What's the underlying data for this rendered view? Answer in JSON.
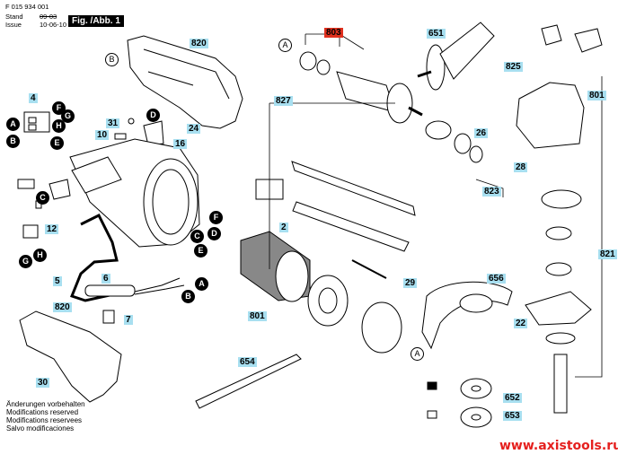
{
  "header": {
    "doc_number": "F 015 934 001",
    "stand_label": "Stand",
    "stand_value": "09-03",
    "issue_label": "Issue",
    "issue_value": "10-06-10",
    "figure_label": "Fig. /Abb. 1"
  },
  "part_labels": [
    {
      "id": "820",
      "highlight": false
    },
    {
      "id": "803",
      "highlight": true
    },
    {
      "id": "651",
      "highlight": false
    },
    {
      "id": "825",
      "highlight": false
    },
    {
      "id": "801",
      "highlight": false
    },
    {
      "id": "4",
      "highlight": false
    },
    {
      "id": "31",
      "highlight": false
    },
    {
      "id": "24",
      "highlight": false
    },
    {
      "id": "10",
      "highlight": false
    },
    {
      "id": "16",
      "highlight": false
    },
    {
      "id": "827",
      "highlight": false
    },
    {
      "id": "26",
      "highlight": false
    },
    {
      "id": "28",
      "highlight": false
    },
    {
      "id": "823",
      "highlight": false
    },
    {
      "id": "12",
      "highlight": false
    },
    {
      "id": "2",
      "highlight": false
    },
    {
      "id": "821",
      "highlight": false
    },
    {
      "id": "5",
      "highlight": false
    },
    {
      "id": "6",
      "highlight": false
    },
    {
      "id": "29",
      "highlight": false
    },
    {
      "id": "656",
      "highlight": false
    },
    {
      "id": "820",
      "highlight": false
    },
    {
      "id": "7",
      "highlight": false
    },
    {
      "id": "801",
      "highlight": false
    },
    {
      "id": "22",
      "highlight": false
    },
    {
      "id": "30",
      "highlight": false
    },
    {
      "id": "654",
      "highlight": false
    },
    {
      "id": "652",
      "highlight": false
    },
    {
      "id": "653",
      "highlight": false
    }
  ],
  "connectors": [
    "A",
    "B",
    "F",
    "G",
    "H",
    "E",
    "D",
    "C",
    "F",
    "D",
    "C",
    "E",
    "A",
    "B",
    "G",
    "H",
    "A",
    "B",
    "A"
  ],
  "footer": {
    "lines": [
      "Änderungen vorbehalten",
      "Modifications reserved",
      "Modifications reservees",
      "Salvo modificaciones"
    ]
  },
  "watermark": "www.axistools.ru",
  "colors": {
    "label_bg": "#a8dff0",
    "highlight_bg": "#e0301e",
    "watermark": "#e5201e"
  }
}
